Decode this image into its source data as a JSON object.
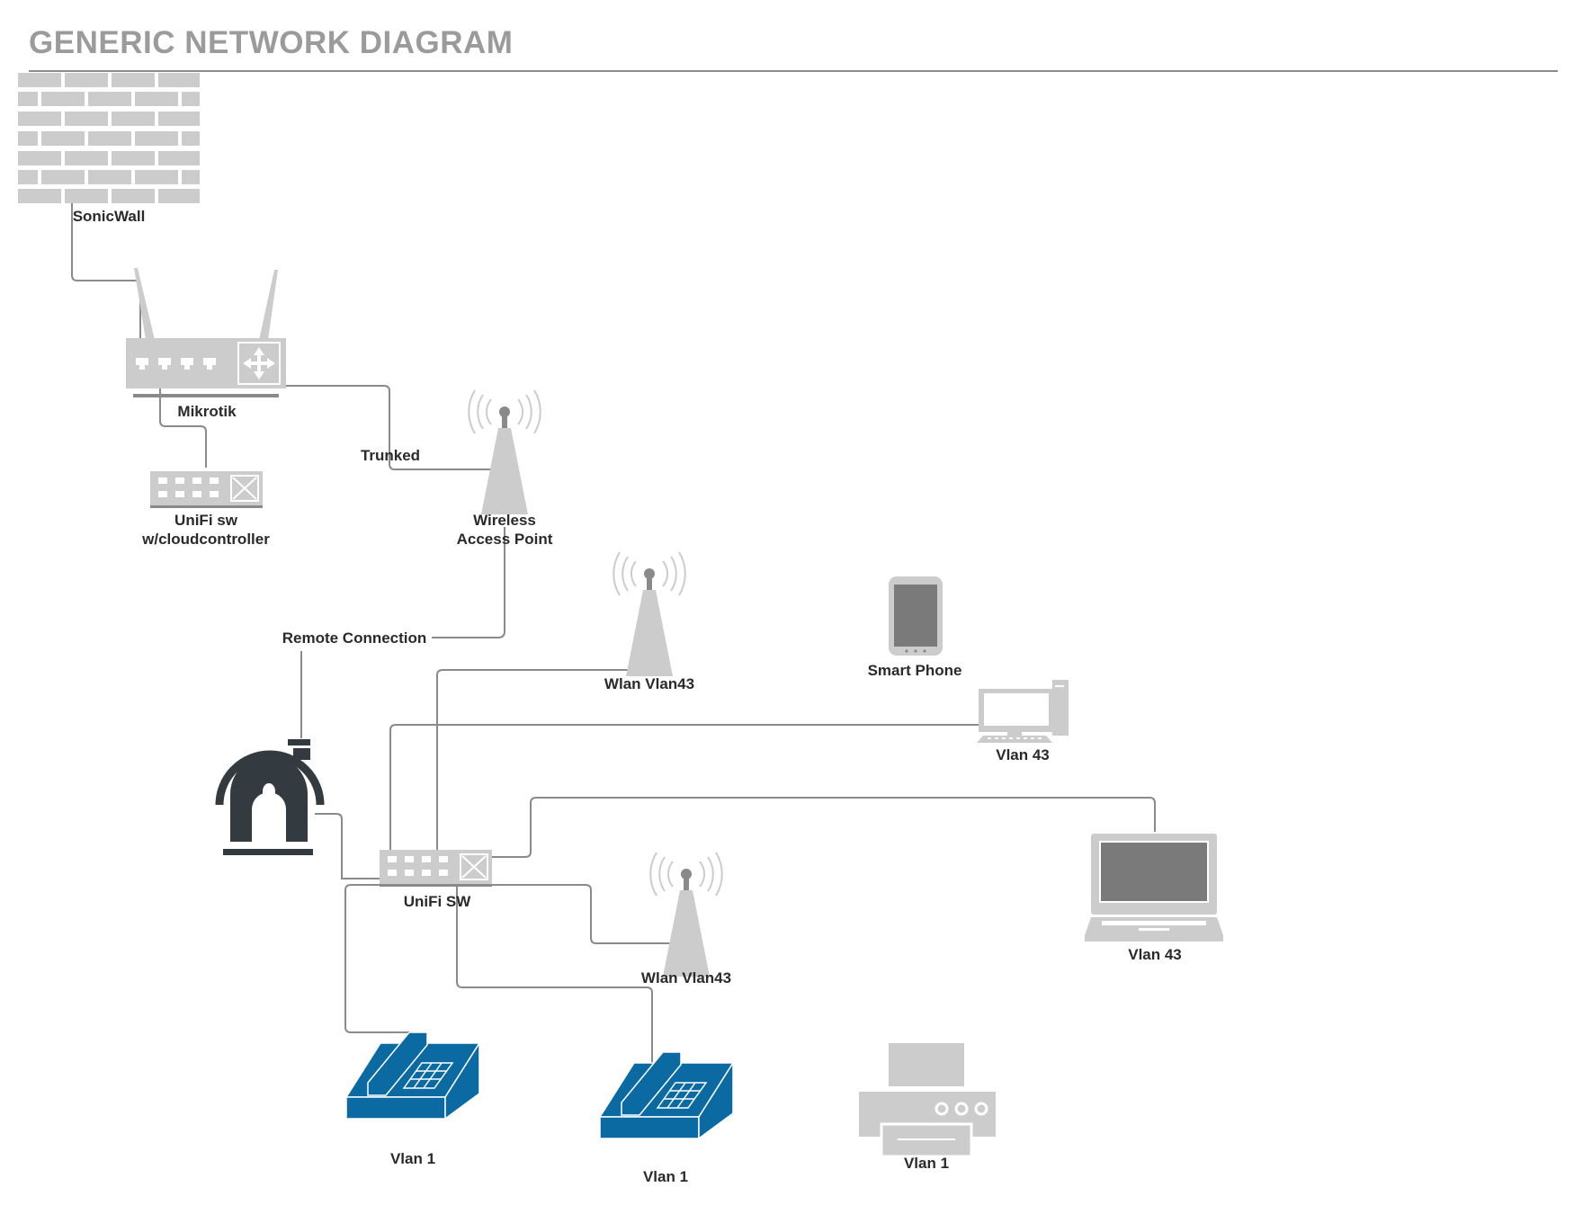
{
  "title": "GENERIC NETWORK DIAGRAM",
  "colors": {
    "device_gray": "#cccccc",
    "device_dark": "#8a8a8a",
    "wire": "#8a8a8a",
    "phone_blue": "#0b6aa2",
    "title_gray": "#9b9b9b",
    "icon_dark": "#333a40"
  },
  "nodes": {
    "sonicwall": {
      "icon": "firewall-icon",
      "label": "SonicWall"
    },
    "mikrotik": {
      "icon": "router-icon",
      "label": "Mikrotik"
    },
    "unifi_cloud": {
      "icon": "switch-icon",
      "label_line1": "UniFi sw",
      "label_line2": "w/cloudcontroller"
    },
    "wap": {
      "icon": "antenna-icon",
      "label_line1": "Wireless",
      "label_line2": "Access Point"
    },
    "wlan1": {
      "icon": "antenna-icon",
      "label": "Wlan Vlan43"
    },
    "smartphone": {
      "icon": "tablet-icon",
      "label": "Smart Phone"
    },
    "desktop": {
      "icon": "desktop-computer-icon",
      "label": "Vlan 43"
    },
    "laptop": {
      "icon": "laptop-icon",
      "label": "Vlan 43"
    },
    "remote": {
      "icon": "remote-site-icon"
    },
    "unifi_sw": {
      "icon": "switch-icon",
      "label": "UniFi SW"
    },
    "wlan2": {
      "icon": "antenna-icon",
      "label": "Wlan Vlan43"
    },
    "phone1": {
      "icon": "ip-phone-icon",
      "label": "Vlan 1"
    },
    "phone2": {
      "icon": "ip-phone-icon",
      "label": "Vlan 1"
    },
    "printer": {
      "icon": "printer-icon",
      "label": "Vlan 1"
    }
  },
  "edges": {
    "trunked": "Trunked",
    "remote_connection": "Remote Connection"
  }
}
